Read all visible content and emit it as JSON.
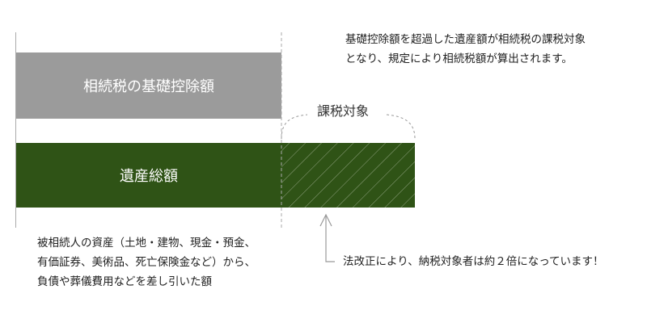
{
  "diagram": {
    "deduction_bar_label": "相続税の基礎控除額",
    "estate_bar_label": "遺産総額",
    "taxable_label": "課税対象",
    "top_note": [
      "基礎控除額を超過した遺産額が相続税の課税対象",
      "となり、規定により相続税額が算出されます。"
    ],
    "bottom_left_note": [
      "被相続人の資産（土地・建物、現金・預金、",
      "有価証券、美術品、死亡保険金など）から、",
      "負債や葬儀費用などを差し引いた額"
    ],
    "reform_note": "法改正により、納税対象者は約２倍になっています！"
  },
  "colors": {
    "deduction_bar": "#9b9b9b",
    "estate_bar": "#2f5316",
    "text": "#222222",
    "line": "#aaaaaa"
  }
}
